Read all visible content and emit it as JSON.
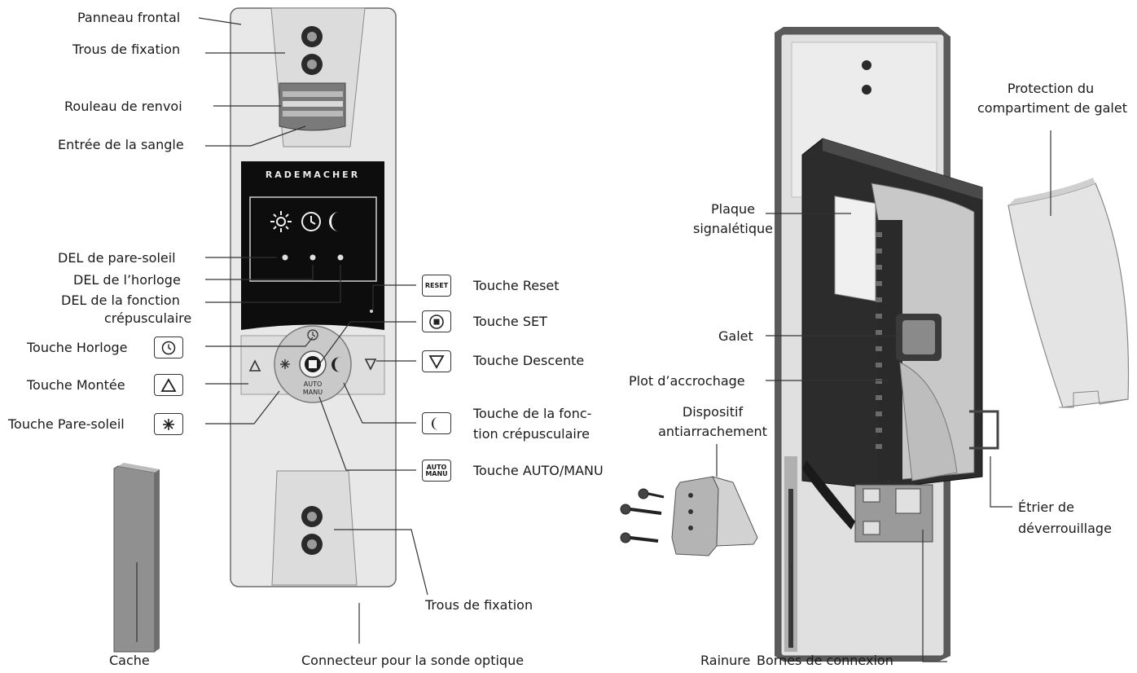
{
  "front": {
    "brand": "RADEMACHER",
    "auto_line1": "AUTO",
    "auto_line2": "MANU",
    "labels": {
      "panneau_frontal": "Panneau frontal",
      "trous_fixation_top": "Trous de fixation",
      "rouleau": "Rouleau de renvoi",
      "entree_sangle": "Entrée de la sangle",
      "del_pare_soleil": "DEL de pare-soleil",
      "del_horloge": "DEL de l’horloge",
      "del_fonction_1": "DEL de la fonction",
      "del_fonction_2": "crépusculaire",
      "touche_horloge": "Touche Horloge",
      "touche_montee": "Touche Montée",
      "touche_pare_soleil": "Touche Pare-soleil",
      "touche_reset": "Touche Reset",
      "touche_set": "Touche SET",
      "touche_descente": "Touche Descente",
      "touche_crep_1": "Touche de la fonc-",
      "touche_crep_2": "tion crépusculaire",
      "touche_auto": "Touche AUTO/MANU",
      "trous_fixation_bottom": "Trous de fixation",
      "cache": "Cache",
      "connecteur": "Connecteur pour la sonde optique"
    },
    "key_icons": {
      "reset_text": "RESET",
      "auto_text_1": "AUTO",
      "auto_text_2": "MANU"
    }
  },
  "back": {
    "labels": {
      "protection_1": "Protection du",
      "protection_2": "compartiment de galet",
      "plaque_1": "Plaque",
      "plaque_2": "signalétique",
      "galet": "Galet",
      "plot": "Plot d’accrochage",
      "dispositif_1": "Dispositif",
      "dispositif_2": "antiarrachement",
      "etrier_1": "Étrier de",
      "etrier_2": "déverrouillage",
      "rainure": "Rainure",
      "bornes": "Bornes de connexion"
    }
  },
  "colors": {
    "housing": "#e6e6e6",
    "display": "#0d0d0d",
    "text": "#1a1a1a",
    "motor": "#2c2c2c"
  }
}
